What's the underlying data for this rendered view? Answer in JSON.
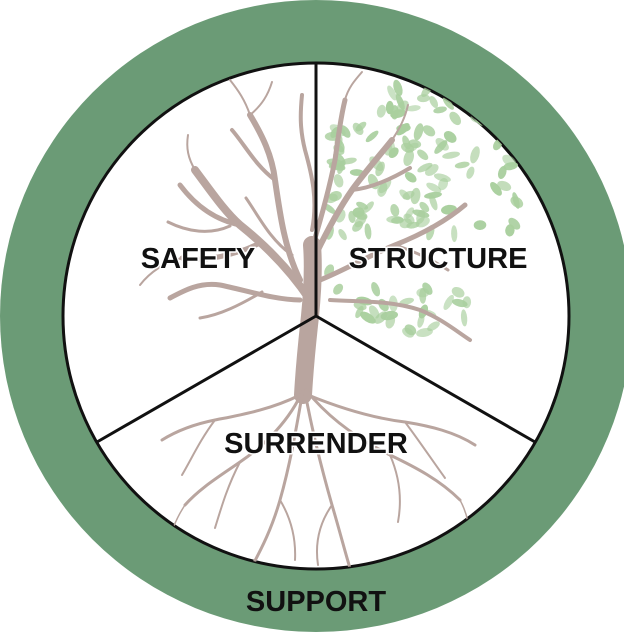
{
  "diagram": {
    "segments": {
      "safety": "SAFETY",
      "structure": "STRUCTURE",
      "surrender": "SURRENDER"
    },
    "outer_label": "SUPPORT",
    "colors": {
      "outer_ring": "#6b9b76",
      "ring_border": "#111111",
      "inner_fill": "#ffffff",
      "tree_branches": "#b9a59f",
      "leaves": "#a9cf9e",
      "text": "#111111"
    },
    "icons": [
      "tree-icon",
      "roots-icon",
      "leaves-icon"
    ]
  }
}
